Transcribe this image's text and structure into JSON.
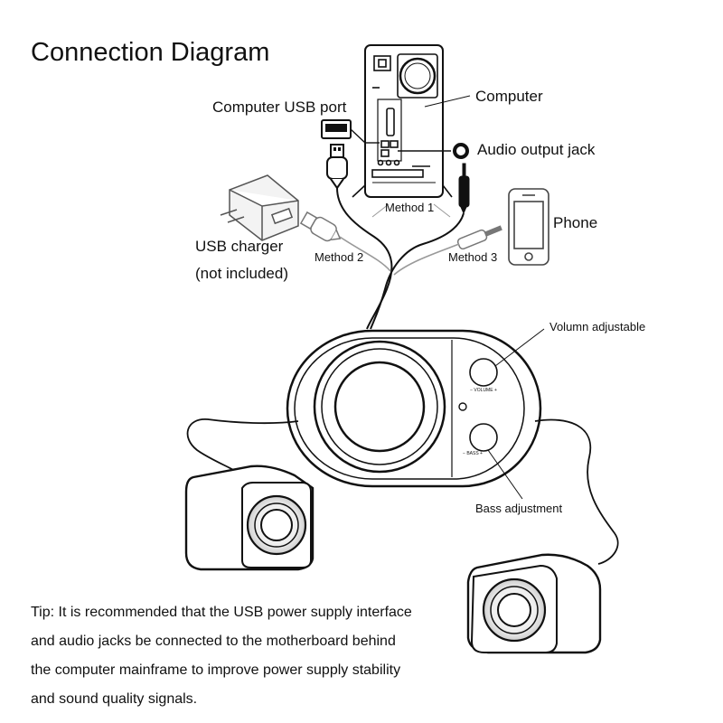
{
  "title": "Connection Diagram",
  "labels": {
    "computer": "Computer",
    "computer_usb_port": "Computer USB port",
    "audio_output_jack": "Audio output jack",
    "phone": "Phone",
    "usb_charger": "USB charger",
    "usb_charger_note": "(not included)",
    "method_1": "Method 1",
    "method_2": "Method 2",
    "method_3": "Method 3",
    "volume_adjustable": "Volumn adjustable",
    "bass_adjustment": "Bass adjustment",
    "volume_knob_text": "− VOLUME +",
    "bass_knob_text": "− BASS +"
  },
  "tip": {
    "lines": [
      "Tip: It is recommended that the USB power supply interface",
      "and audio jacks be connected to the motherboard behind",
      "the computer mainframe to improve power supply stability",
      "and sound quality signals."
    ]
  }
}
